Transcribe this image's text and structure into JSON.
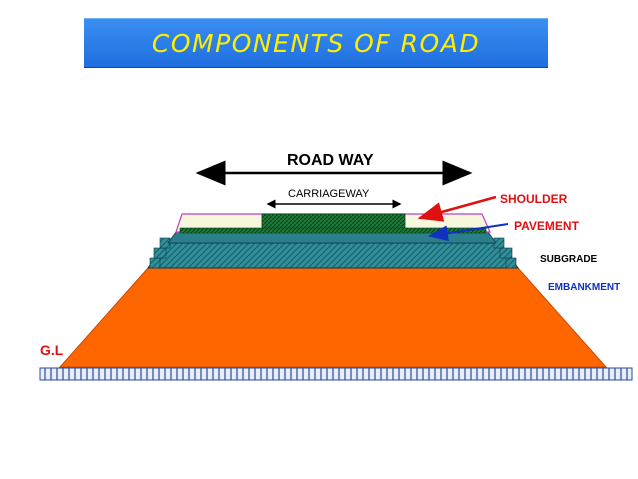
{
  "title": "COMPONENTS OF ROAD",
  "labels": {
    "road_way": "ROAD WAY",
    "carriageway": "CARRIAGEWAY",
    "shoulder": "SHOULDER",
    "pavement": "PAVEMENT",
    "subgrade": "SUBGRADE",
    "embankment": "EMBANKMENT",
    "ground_level": "G.L"
  },
  "colors": {
    "banner": "#2a7de8",
    "title_text": "#ffee00",
    "embankment_fill": "#ff6600",
    "subgrade_fill": "#2f8f9a",
    "pavement_fill": "#1f7a3a",
    "shoulder_label": "#e01010",
    "pavement_label": "#e01010",
    "embankment_label": "#1030c0",
    "ground_label": "#e01010",
    "shoulder_arrow": "#e01010",
    "pavement_arrow": "#1030c0"
  }
}
